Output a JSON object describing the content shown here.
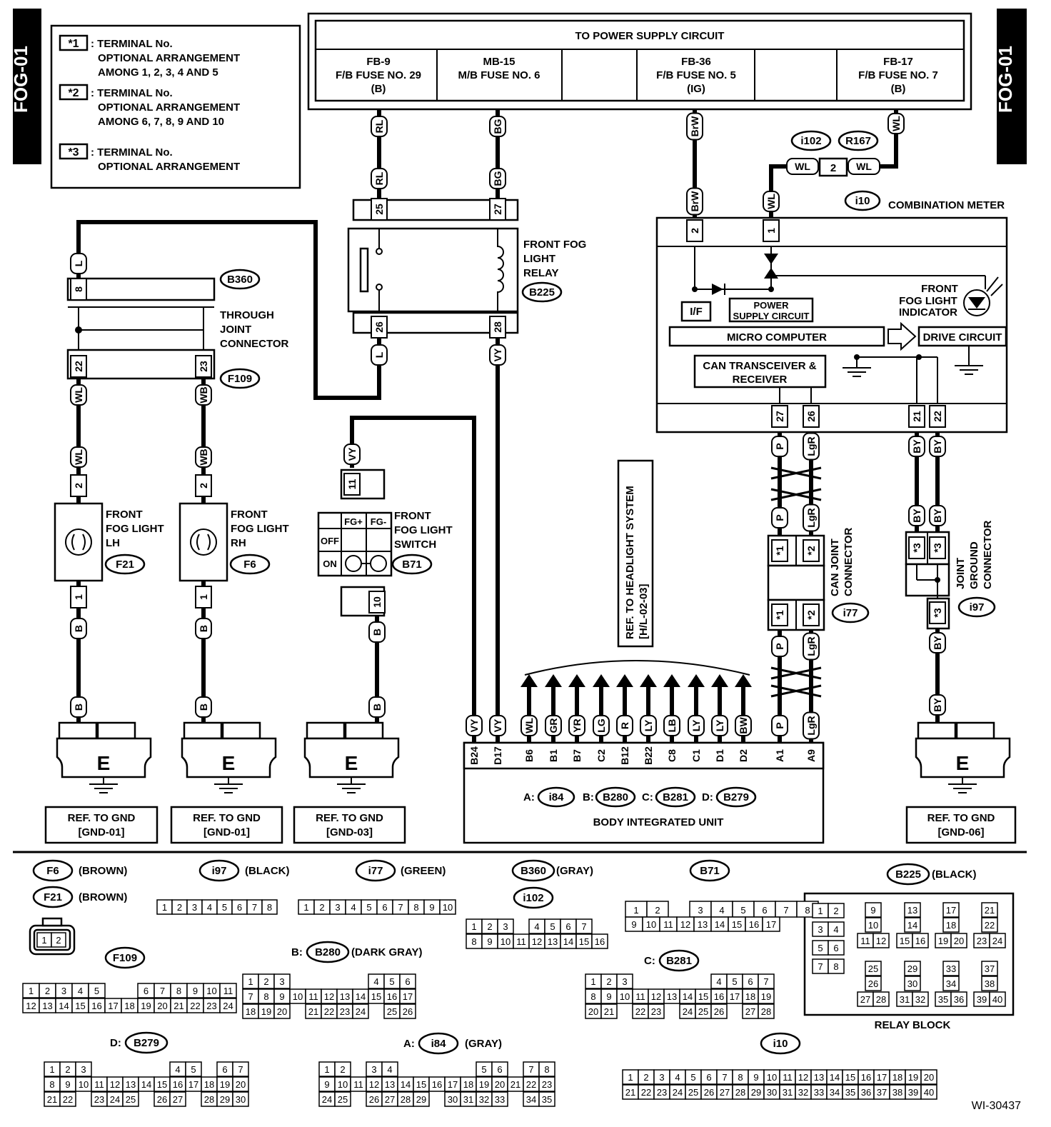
{
  "page_tags": {
    "left": "FOG-01",
    "right": "FOG-01"
  },
  "legend": [
    {
      "mark": "*1",
      "lines": [
        ": TERMINAL No.",
        "OPTIONAL ARRANGEMENT",
        "AMONG 1, 2, 3, 4 AND 5"
      ]
    },
    {
      "mark": "*2",
      "lines": [
        ": TERMINAL No.",
        "OPTIONAL ARRANGEMENT",
        "AMONG 6, 7, 8, 9 AND 10"
      ]
    },
    {
      "mark": "*3",
      "lines": [
        ": TERMINAL No.",
        "OPTIONAL ARRANGEMENT"
      ]
    }
  ],
  "power_supply": {
    "title": "TO POWER SUPPLY CIRCUIT",
    "fuses": [
      {
        "lines": [
          "FB-9",
          "F/B FUSE NO. 29",
          "(B)"
        ]
      },
      {
        "lines": [
          "MB-15",
          "M/B FUSE NO. 6"
        ]
      },
      {
        "lines": []
      },
      {
        "lines": [
          "FB-36",
          "F/B FUSE NO. 5",
          "(IG)"
        ]
      },
      {
        "lines": []
      },
      {
        "lines": [
          "FB-17",
          "F/B FUSE NO. 7",
          "(B)"
        ]
      }
    ]
  },
  "wires": {
    "RL": "RL",
    "BG": "BG",
    "BrW": "BrW",
    "WL": "WL",
    "L": "L",
    "VY": "VY",
    "WB": "WB",
    "B": "B",
    "P": "P",
    "LgR": "LgR",
    "BY": "BY",
    "GR": "GR",
    "YR": "YR",
    "LG": "LG",
    "R": "R",
    "LY": "LY",
    "LB": "LB",
    "BW": "BW"
  },
  "pins": {
    "p25": "25",
    "p27": "27",
    "p26": "26",
    "p28": "28",
    "p8": "8",
    "p22": "22",
    "p23": "23",
    "p2": "2",
    "p1": "1",
    "p11": "11",
    "p10": "10",
    "p21": "21",
    "star1": "*1",
    "star2": "*2",
    "star3": "*3"
  },
  "relay": {
    "name_lines": [
      "FRONT FOG",
      "LIGHT",
      "RELAY"
    ],
    "code": "B225"
  },
  "through_joint": {
    "lines": [
      "THROUGH",
      "JOINT",
      "CONNECTOR"
    ],
    "code_top": "B360",
    "code_bottom": "F109"
  },
  "fog_lh": {
    "lines": [
      "FRONT",
      "FOG LIGHT",
      "LH"
    ],
    "code": "F21"
  },
  "fog_rh": {
    "lines": [
      "FRONT",
      "FOG LIGHT",
      "RH"
    ],
    "code": "F6"
  },
  "switch": {
    "lines": [
      "FRONT",
      "FOG LIGHT",
      "SWITCH"
    ],
    "code": "B71",
    "fg_plus": "FG+",
    "fg_minus": "FG-",
    "off": "OFF",
    "on": "ON"
  },
  "meter": {
    "code": "i10",
    "name": "COMBINATION METER",
    "joint_codes": [
      "i102",
      "R167"
    ],
    "joint_pin": "2",
    "indicator_lines": [
      "FRONT",
      "FOG LIGHT",
      "INDICATOR"
    ],
    "power_supply_lines": [
      "POWER",
      "SUPPLY CIRCUIT"
    ],
    "if_label": "I/F",
    "micro": "MICRO COMPUTER",
    "drive": "DRIVE CIRCUIT",
    "can_lines": [
      "CAN TRANSCEIVER &",
      "RECEIVER"
    ]
  },
  "headlight_ref": [
    "REF. TO HEADLIGHT SYSTEM",
    "[H/L-02-03]"
  ],
  "can_joint": {
    "lines": [
      "CAN JOINT",
      "CONNECTOR"
    ],
    "code": "i77"
  },
  "ground_joint": {
    "lines": [
      "JOINT",
      "GROUND",
      "CONNECTOR"
    ],
    "code": "i97"
  },
  "ground_symbol": "E",
  "gnd_refs": [
    {
      "lines": [
        "REF. TO GND",
        "[GND-01]"
      ]
    },
    {
      "lines": [
        "REF. TO GND",
        "[GND-01]"
      ]
    },
    {
      "lines": [
        "REF. TO GND",
        "[GND-03]"
      ]
    },
    {
      "lines": [
        "REF. TO GND",
        "[GND-06]"
      ]
    }
  ],
  "biu": {
    "name": "BODY INTEGRATED UNIT",
    "codes": [
      {
        "prefix": "A:",
        "code": "i84"
      },
      {
        "prefix": "B:",
        "code": "B280"
      },
      {
        "prefix": "C:",
        "code": "B281"
      },
      {
        "prefix": "D:",
        "code": "B279"
      }
    ],
    "terminals": [
      {
        "pin": "B24",
        "wire": "VY"
      },
      {
        "pin": "D17",
        "wire": "VY"
      },
      {
        "pin": "B6",
        "wire": "WL"
      },
      {
        "pin": "B1",
        "wire": "GR"
      },
      {
        "pin": "B7",
        "wire": "YR"
      },
      {
        "pin": "C2",
        "wire": "LG"
      },
      {
        "pin": "B12",
        "wire": "R"
      },
      {
        "pin": "B22",
        "wire": "LY"
      },
      {
        "pin": "C8",
        "wire": "LB"
      },
      {
        "pin": "C1",
        "wire": "LY"
      },
      {
        "pin": "D1",
        "wire": "LY"
      },
      {
        "pin": "D2",
        "wire": "BW"
      },
      {
        "pin": "A1",
        "wire": "P"
      },
      {
        "pin": "A9",
        "wire": "LgR"
      }
    ]
  },
  "connectors": {
    "f6": {
      "code": "F6",
      "color": "(BROWN)"
    },
    "f21": {
      "code": "F21",
      "color": "(BROWN)"
    },
    "i97": {
      "code": "i97",
      "color": "(BLACK)"
    },
    "i77": {
      "code": "i77",
      "color": "(GREEN)"
    },
    "b360": {
      "code": "B360",
      "color": "(GRAY)"
    },
    "i102": {
      "code": "i102"
    },
    "b71": {
      "code": "B71"
    },
    "b225": {
      "code": "B225",
      "color": "(BLACK)",
      "label": "RELAY BLOCK"
    },
    "f109": {
      "code": "F109"
    },
    "b280": {
      "prefix": "B:",
      "code": "B280",
      "color": "(DARK GRAY)"
    },
    "b281": {
      "prefix": "C:",
      "code": "B281"
    },
    "b279": {
      "prefix": "D:",
      "code": "B279"
    },
    "i84": {
      "prefix": "A:",
      "code": "i84",
      "color": "(GRAY)"
    },
    "i10": {
      "code": "i10"
    }
  },
  "doc_id": "WI-30437"
}
